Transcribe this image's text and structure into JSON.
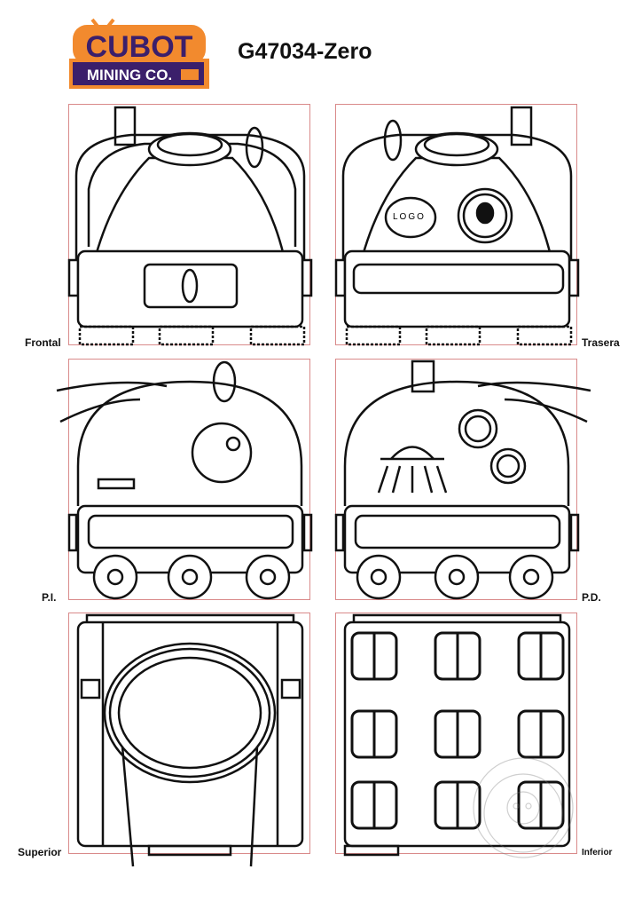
{
  "logo": {
    "line1": "CUBOT",
    "line2": "MINING CO.",
    "colors": {
      "purple": "#3b1f6b",
      "orange": "#f28a2e"
    }
  },
  "title": "G47034-Zero",
  "views": {
    "front": {
      "label": "Frontal"
    },
    "back": {
      "label": "Trasera",
      "badge": "LOGO"
    },
    "left": {
      "label": "P.I."
    },
    "right": {
      "label": "P.D."
    },
    "top": {
      "label": "Superior"
    },
    "bottom": {
      "label": "Inferior"
    }
  },
  "colors": {
    "frame": "#d98a8a",
    "ink": "#111111"
  }
}
